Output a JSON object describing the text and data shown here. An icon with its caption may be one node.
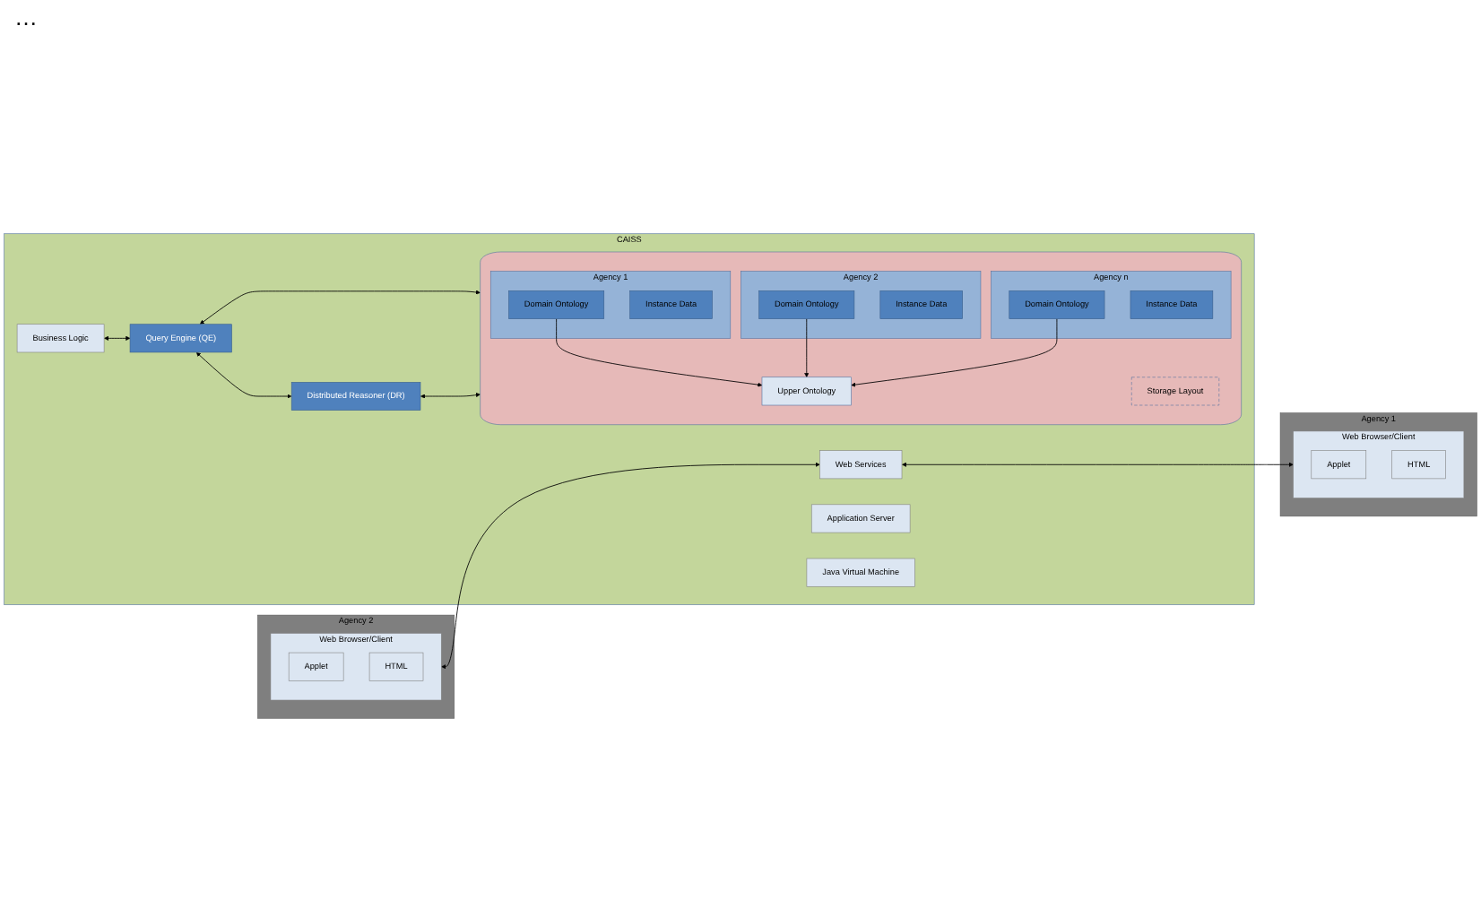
{
  "diagram": {
    "nodes": [
      {
        "text": [
          "Agency 2"
        ]
      },
      {
        "text": [
          "Web Browser/Client"
        ],
        "in": 0
      },
      {
        "text": [
          "Applet"
        ],
        "in": 1
      },
      {
        "text": [
          "HTML"
        ],
        "in": 1
      },
      {
        "text": [
          "CAISS"
        ]
      },
      {
        "text": [
          "Web Services"
        ],
        "in": 4
      },
      {
        "text": [
          "Business Logic"
        ],
        "in": 4
      },
      {
        "text": [
          "Application Server"
        ],
        "in": 4
      },
      {
        "text": [
          "Java Virtual Machine"
        ],
        "in": 4
      },
      {
        "text": [
          "Query Engine (QE)"
        ],
        "in": 4
      },
      {
        "text": [
          "Distributed Reasoner (DR)"
        ],
        "in": 4
      },
      {
        "text": [],
        "shape": "cylinder",
        "in": 4
      },
      {
        "text": [
          "Upper Ontology"
        ],
        "in": 11
      },
      {
        "text": [
          "Agency 1"
        ],
        "in": 11
      },
      {
        "text": [
          "Domain Ontology"
        ],
        "in": 13
      },
      {
        "text": [
          "Instance Data"
        ],
        "in": 13
      },
      {
        "text": [
          "Agency 2"
        ],
        "in": 11
      },
      {
        "text": [
          "Domain Ontology"
        ],
        "in": 16
      },
      {
        "text": [
          "Instance Data"
        ],
        "in": 16
      },
      {
        "text": [
          "Agency n"
        ],
        "in": 11
      },
      {
        "text": [
          "Domain Ontology"
        ],
        "in": 19
      },
      {
        "text": [
          "Instance Data"
        ],
        "in": 19
      },
      {
        "text": [
          "Storage Layout"
        ],
        "in": 11
      },
      {
        "text": [
          "Agency 1"
        ]
      },
      {
        "text": [
          "Web Browser/Client"
        ],
        "in": 23
      },
      {
        "text": [
          "Applet"
        ],
        "in": 24
      },
      {
        "text": [
          "HTML"
        ],
        "in": 24
      }
    ],
    "edges": [
      {
        "from": 1,
        "to": 5,
        "arrow": "both"
      },
      {
        "from": 5,
        "to": 24,
        "arrow": "both"
      },
      {
        "from": 6,
        "to": 9,
        "arrow": "both"
      },
      {
        "from": 9,
        "to": 10,
        "arrow": "both"
      },
      {
        "from": 9,
        "to": 11,
        "arrow": "both"
      },
      {
        "from": 10,
        "to": 11,
        "arrow": "both"
      },
      {
        "from": 14,
        "to": 12,
        "arrow": "to"
      },
      {
        "from": 17,
        "to": 12,
        "arrow": "to"
      },
      {
        "from": 20,
        "to": 12,
        "arrow": "to"
      }
    ],
    "labels": [
      "…"
    ]
  }
}
